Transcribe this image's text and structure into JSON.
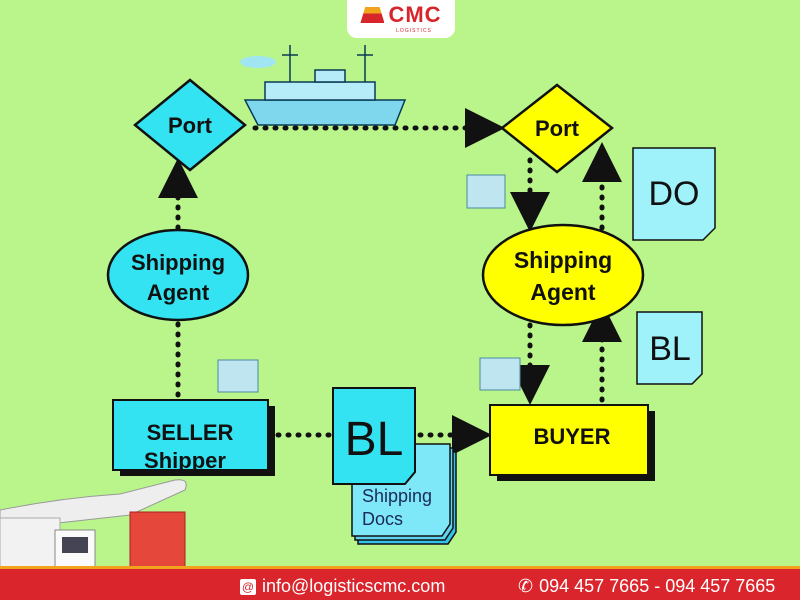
{
  "logo": {
    "name": "CMC",
    "subtitle": "LOGISTICS"
  },
  "diagram": {
    "port_left": "Port",
    "port_right": "Port",
    "agent_left": [
      "Shipping",
      "Agent"
    ],
    "agent_right": [
      "Shipping",
      "Agent"
    ],
    "seller": [
      "SELLER",
      "Shipper"
    ],
    "buyer": "BUYER",
    "bl_center": "BL",
    "shipping_docs": [
      "Shipping",
      "Docs"
    ],
    "do_doc": "DO",
    "bl_right": "BL"
  },
  "footer": {
    "email": "info@logisticscmc.com",
    "phone": "094 457 7665 - 094 457 7665"
  },
  "colors": {
    "background": "#b9f58b",
    "cyan": "#33e3f2",
    "yellow": "#ffff00",
    "footer": "#d9252b"
  }
}
